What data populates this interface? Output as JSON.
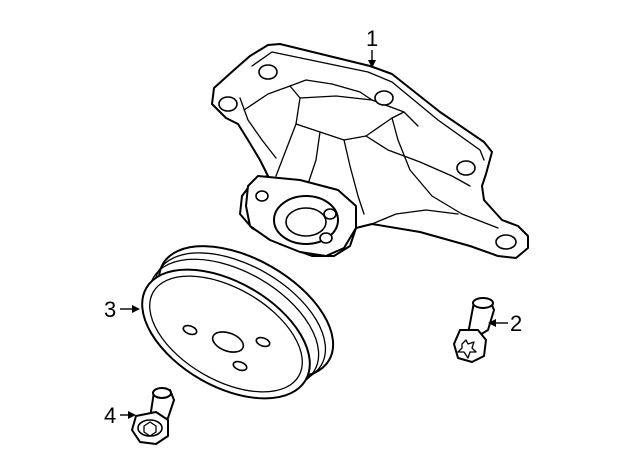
{
  "diagram": {
    "callouts": [
      {
        "number": "1",
        "part": "water-pump"
      },
      {
        "number": "2",
        "part": "pump-bolt"
      },
      {
        "number": "3",
        "part": "pulley"
      },
      {
        "number": "4",
        "part": "pulley-bolt"
      }
    ],
    "colors": {
      "line": "#000000",
      "background": "#ffffff"
    }
  }
}
